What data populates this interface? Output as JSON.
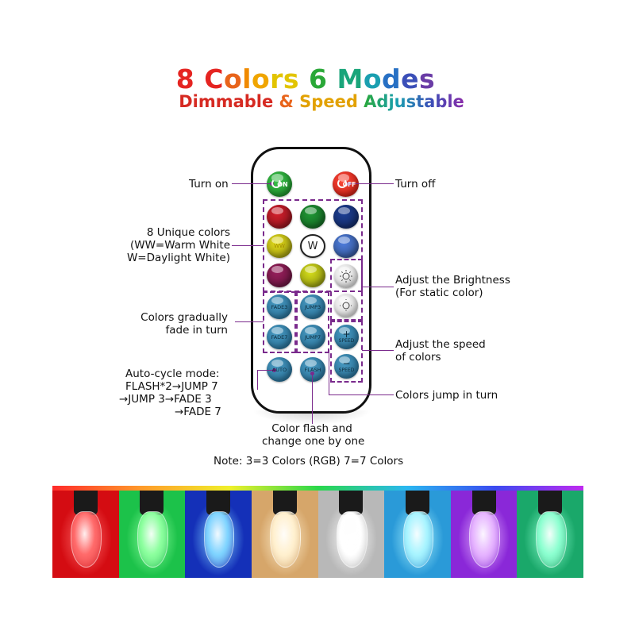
{
  "title": {
    "line1": [
      {
        "text": "8 ",
        "color": "#e52421"
      },
      {
        "text": "C",
        "color": "#e52421"
      },
      {
        "text": "o",
        "color": "#e8641b"
      },
      {
        "text": "l",
        "color": "#f08a00"
      },
      {
        "text": "o",
        "color": "#f0a500"
      },
      {
        "text": "r",
        "color": "#e2c400"
      },
      {
        "text": "s",
        "color": "#e2c400"
      },
      {
        "text": "  6 ",
        "color": "#2aa838"
      },
      {
        "text": "M",
        "color": "#1aa57a"
      },
      {
        "text": "o",
        "color": "#1a9fb0"
      },
      {
        "text": "d",
        "color": "#2770c4"
      },
      {
        "text": "e",
        "color": "#3b4fb8"
      },
      {
        "text": "s",
        "color": "#6a3ca6"
      }
    ],
    "line2": [
      {
        "text": "Dimmable",
        "color": "#d62a22"
      },
      {
        "text": " & ",
        "color": "#e8641b"
      },
      {
        "text": "Speed",
        "color": "#e2a100"
      },
      {
        "text": " ",
        "color": "#000"
      },
      {
        "text": "Adjustable",
        "color": "#2aa838"
      }
    ],
    "line2_tail_colors": [
      "#1a9fb0",
      "#3b4fb8",
      "#8a2aa8"
    ]
  },
  "remote": {
    "on_label": "ON",
    "off_label": "OFF",
    "colors": [
      "#d61f2c",
      "#1f9a35",
      "#1d3f96",
      "#e9e21a",
      "#ffffff",
      "#4f7fe0",
      "#9a1f5d",
      "#d9e11a"
    ],
    "color_labels": [
      "",
      "",
      "",
      "WW",
      "W",
      "",
      "",
      ""
    ],
    "fade3": "FADE3",
    "fade7": "FADE7",
    "jump3": "JUMP3",
    "jump7": "JUMP7",
    "auto": "AUTO",
    "flash": "FLASH",
    "speed_up_symbol": "+",
    "speed_down_symbol": "−",
    "speed_label": "SPEED"
  },
  "callouts": {
    "turn_on": "Turn on",
    "turn_off": "Turn off",
    "unique_colors": [
      "8 Unique colors",
      "(WW=Warm White",
      "W=Daylight White)"
    ],
    "brightness": [
      "Adjust the Brightness",
      "(For static color)"
    ],
    "fade": [
      "Colors gradually",
      "fade in turn"
    ],
    "speed": [
      "Adjust the speed",
      "of colors"
    ],
    "auto_cycle": [
      "Auto-cycle mode:",
      "FLASH*2→JUMP 7",
      "→JUMP 3→FADE 3",
      "→FADE 7"
    ],
    "jump": "Colors jump in turn",
    "flash": [
      "Color flash and",
      "change one by one"
    ],
    "note": "Note: 3=3 Colors (RGB) 7=7 Colors"
  },
  "icons": {
    "brightness_up": "sun-outline-icon",
    "brightness_down": "sun-dim-icon"
  },
  "bulbs": [
    {
      "bg": "#d40c12",
      "glow": "#ff6a6a"
    },
    {
      "bg": "#1cc24a",
      "glow": "#8cff9e"
    },
    {
      "bg": "#1430b8",
      "glow": "#7fd4ff"
    },
    {
      "bg": "#d6a66a",
      "glow": "#fff0cf"
    },
    {
      "bg": "#b8b8b8",
      "glow": "#ffffff"
    },
    {
      "bg": "#2a9ad8",
      "glow": "#a8f4ff"
    },
    {
      "bg": "#8a28d8",
      "glow": "#e6b4ff"
    },
    {
      "bg": "#1aa86a",
      "glow": "#8cffd0"
    }
  ]
}
